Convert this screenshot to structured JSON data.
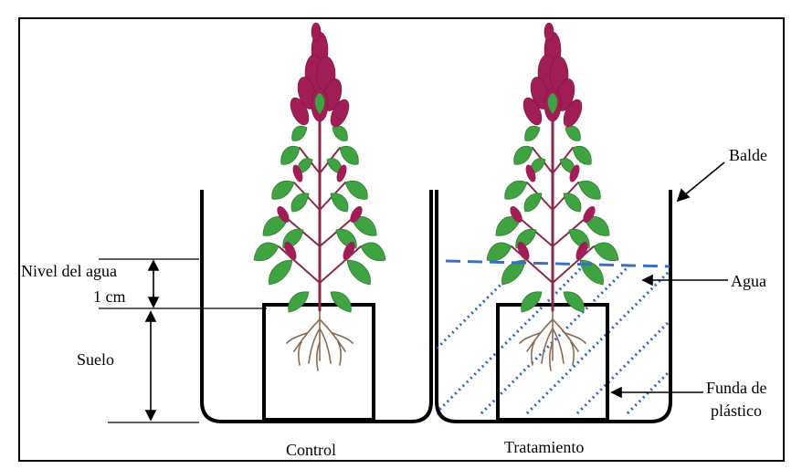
{
  "labels": {
    "balde": "Balde",
    "agua": "Agua",
    "funda_line1": "Funda de",
    "funda_line2": "plástico",
    "nivel_line1": "Nivel del agua",
    "nivel_line2": "1 cm",
    "suelo": "Suelo",
    "control": "Control",
    "tratamiento": "Tratamiento"
  },
  "colors": {
    "outline": "#000000",
    "water_dash": "#3a6fc4",
    "plastic_dots": "#2b62c9",
    "leaf": "#3fa342",
    "leaf_dark": "#2e7d32",
    "stem": "#8a2a4a",
    "flower": "#a01e55",
    "root": "#8b6a50"
  }
}
